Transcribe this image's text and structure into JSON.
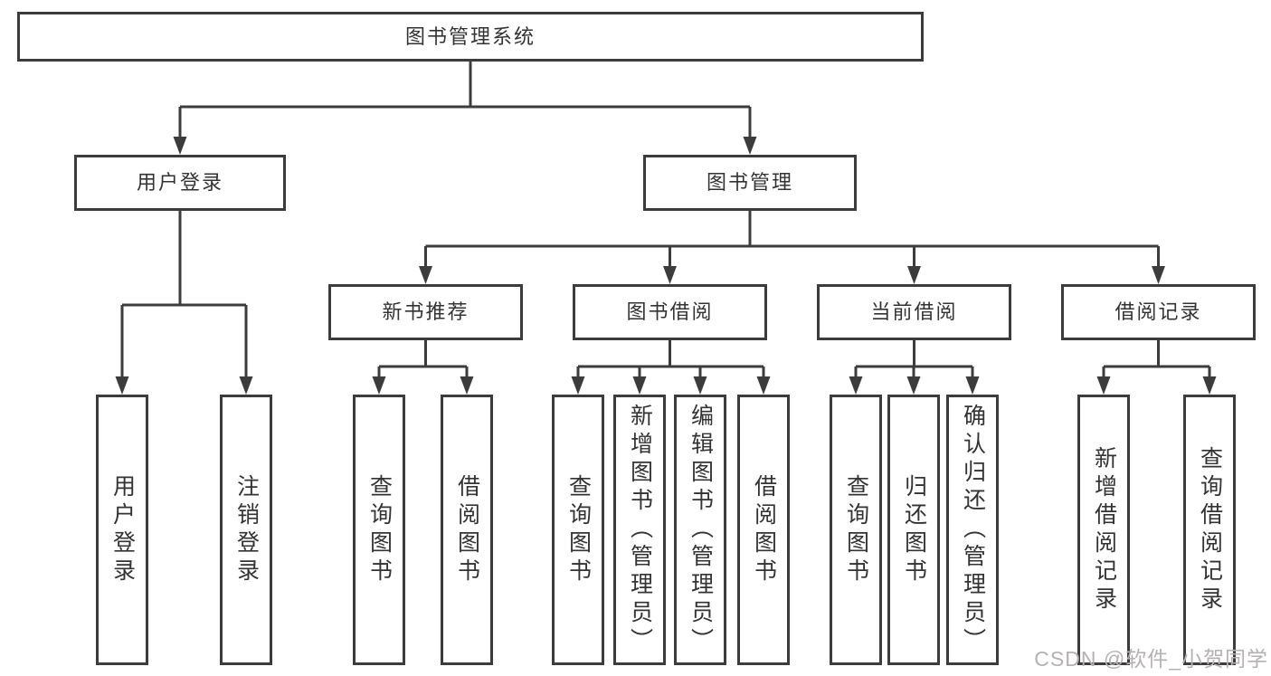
{
  "diagram": {
    "root": "图书管理系统",
    "level2": {
      "user_login": "用户登录",
      "book_mgmt": "图书管理"
    },
    "level3": {
      "new_book": "新书推荐",
      "book_borrow": "图书借阅",
      "current_borrow": "当前借阅",
      "borrow_record": "借阅记录"
    },
    "leaves": {
      "user_login": [
        "用户登录",
        "注销登录"
      ],
      "new_book": [
        "查询图书",
        "借阅图书"
      ],
      "book_borrow": [
        "查询图书",
        "新增图书（管理员）",
        "编辑图书（管理员）",
        "借阅图书"
      ],
      "current_borrow": [
        "查询图书",
        "归还图书",
        "确认归还（管理员）"
      ],
      "borrow_record": [
        "新增借阅记录",
        "查询借阅记录"
      ]
    }
  },
  "watermark": "CSDN @软件_小贺同学",
  "colors": {
    "line": "#3c3c3c",
    "text": "#333333",
    "watermark": "#b5b1b1",
    "background": "#ffffff"
  }
}
